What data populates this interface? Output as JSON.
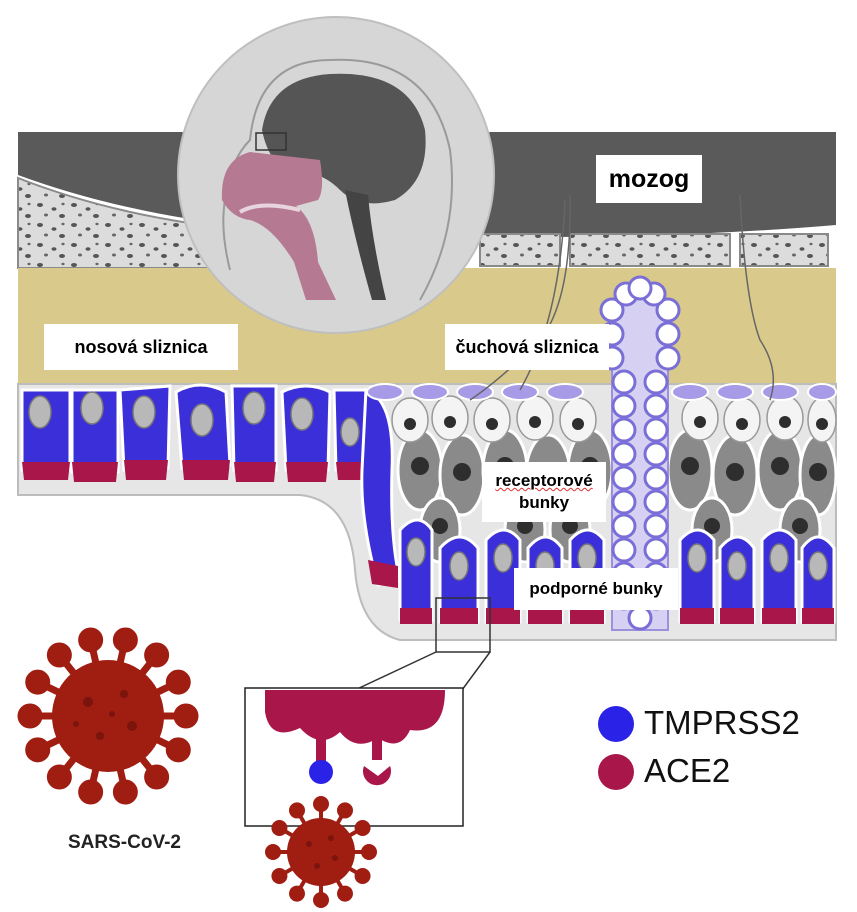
{
  "labels": {
    "brain": "mozog",
    "nasal_mucosa": "nosová sliznica",
    "olfactory_mucosa": "čuchová sliznica",
    "receptor_cells_line1": "receptorové",
    "receptor_cells_line2": "bunky",
    "support_cells": "podporné bunky"
  },
  "legend": [
    {
      "label": "TMPRSS2",
      "color": "#2b22e8"
    },
    {
      "label": "ACE2",
      "color": "#a8164a"
    }
  ],
  "virus_label": "SARS-CoV-2",
  "colors": {
    "brain_band": "#5a5a5a",
    "bone": "#d8d8d8",
    "lamina": "#d9c98a",
    "blue_cell": "#3a2fd9",
    "ace2": "#a8164a",
    "virus": "#a01d12",
    "head_circle": "#d6d6d6",
    "head_brain": "#555555",
    "nasal_cavity": "#b57a92"
  }
}
